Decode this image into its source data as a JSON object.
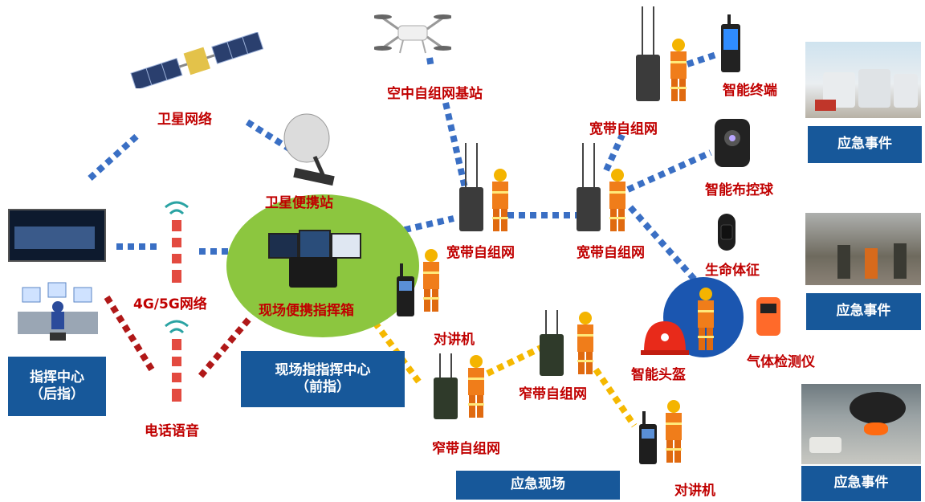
{
  "labels": {
    "satellite_network": "卫星网络",
    "satellite_portable": "卫星便携站",
    "air_base_station": "空中自组网基站",
    "broadband_top": "宽带自组网",
    "broadband_mid": "宽带自组网",
    "broadband_right": "宽带自组网",
    "smart_terminal": "智能终端",
    "smart_ball": "智能布控球",
    "vital_signs": "生命体征",
    "gas_detector": "气体检测仪",
    "smart_helmet": "智能头盔",
    "cellular": "4G/5G网络",
    "phone_voice": "电话语音",
    "portable_command_box": "现场便携指挥箱",
    "walkie_talkie_1": "对讲机",
    "walkie_talkie_2": "对讲机",
    "narrowband_mid": "窄带自组网",
    "narrowband_low": "窄带自组网"
  },
  "boxes": {
    "command_center": "指挥中心\n（后指）",
    "field_command": "现场指指挥中心\n（前指）",
    "emergency_site": "应急现场",
    "event_1": "应急事件",
    "event_2": "应急事件",
    "event_3": "应急事件"
  },
  "colors": {
    "broadband_link": "#3a6fc4",
    "narrowband_link": "#f5b800",
    "phone_link": "#b01818",
    "box_fill": "#17589a",
    "label_red": "#c00000",
    "site_circle": "#8cc63f"
  }
}
